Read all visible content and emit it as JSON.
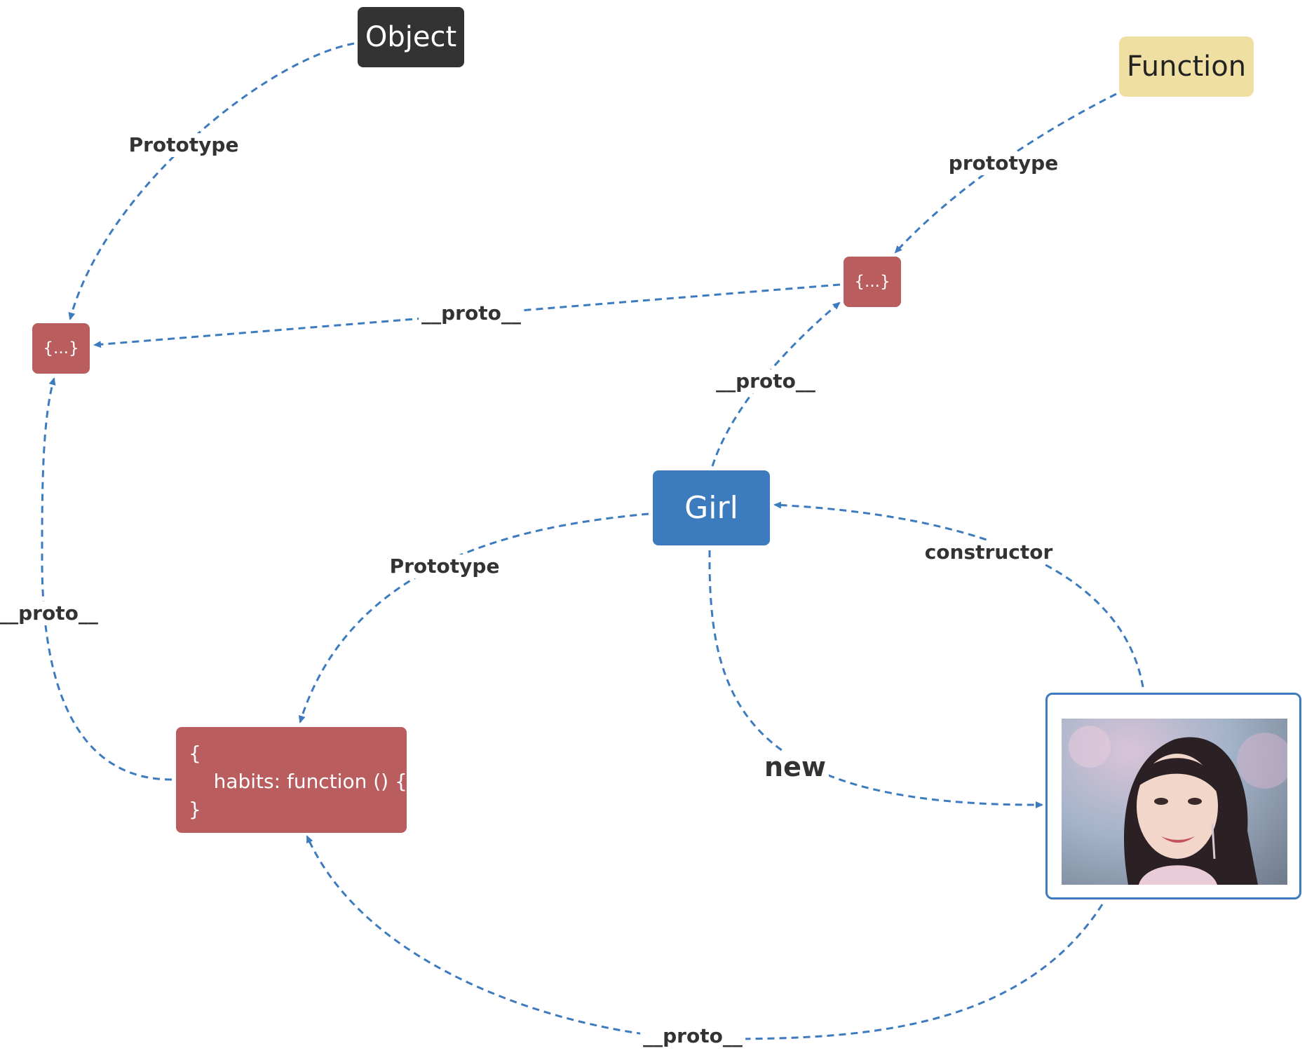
{
  "colors": {
    "edge": "#3d7bbf",
    "object_node": "#333333",
    "function_node": "#f0dfa3",
    "prototype_node": "#b95d5f",
    "girl_node": "#3d7bbf"
  },
  "nodes": {
    "object": "Object",
    "function": "Function",
    "object_prototype": "{...}",
    "function_prototype": "{...}",
    "girl": "Girl",
    "girl_prototype_lines": [
      "{",
      "    habits: function () {}",
      "}"
    ],
    "instance_image": "portrait-photo"
  },
  "edges": [
    {
      "from": "object",
      "to": "object_prototype",
      "label": "Prototype"
    },
    {
      "from": "function",
      "to": "function_prototype",
      "label": "prototype"
    },
    {
      "from": "function_prototype",
      "to": "object_prototype",
      "label": "__proto__"
    },
    {
      "from": "girl",
      "to": "function_prototype",
      "label": "__proto__"
    },
    {
      "from": "girl",
      "to": "girl_prototype",
      "label": "Prototype"
    },
    {
      "from": "girl_prototype",
      "to": "object_prototype",
      "label": "__proto__"
    },
    {
      "from": "instance",
      "to": "girl",
      "label": "constructor"
    },
    {
      "from": "girl",
      "to": "instance",
      "label": "new"
    },
    {
      "from": "instance",
      "to": "girl_prototype",
      "label": "__proto__"
    }
  ]
}
